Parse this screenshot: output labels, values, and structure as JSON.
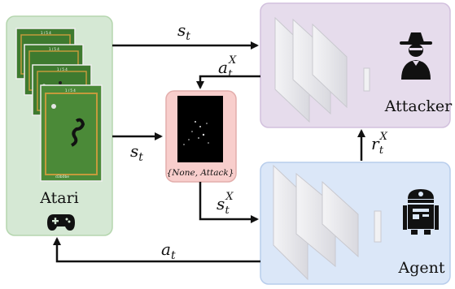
{
  "nodes": {
    "atari": {
      "label": "Atari",
      "icon": "gamepad-icon",
      "color": "#d5e8d4",
      "border": "#a9cfa0"
    },
    "attacker": {
      "label": "Attacker",
      "icon": "spy-icon",
      "color": "#e1d5e7",
      "border": "#c9b3d6"
    },
    "agent": {
      "label": "Agent",
      "icon": "robot-icon",
      "color": "#dae8fc",
      "border": "#a9c4eb"
    },
    "switch": {
      "label": "{None, Attack}",
      "color": "#f8cecc",
      "border": "#e8a7a5"
    }
  },
  "game_frame": {
    "header_text": "1 / 5 4",
    "footer_text": "d3b0be"
  },
  "edges": {
    "s_t_top": {
      "base": "s",
      "sub": "t"
    },
    "s_t_mid": {
      "base": "s",
      "sub": "t"
    },
    "a_t_X": {
      "base": "a",
      "sub": "t",
      "sup": "X"
    },
    "s_t_X": {
      "base": "s",
      "sub": "t",
      "sup": "X"
    },
    "r_t_X": {
      "base": "r",
      "sub": "t",
      "sup": "X"
    },
    "a_t": {
      "base": "a",
      "sub": "t"
    }
  }
}
